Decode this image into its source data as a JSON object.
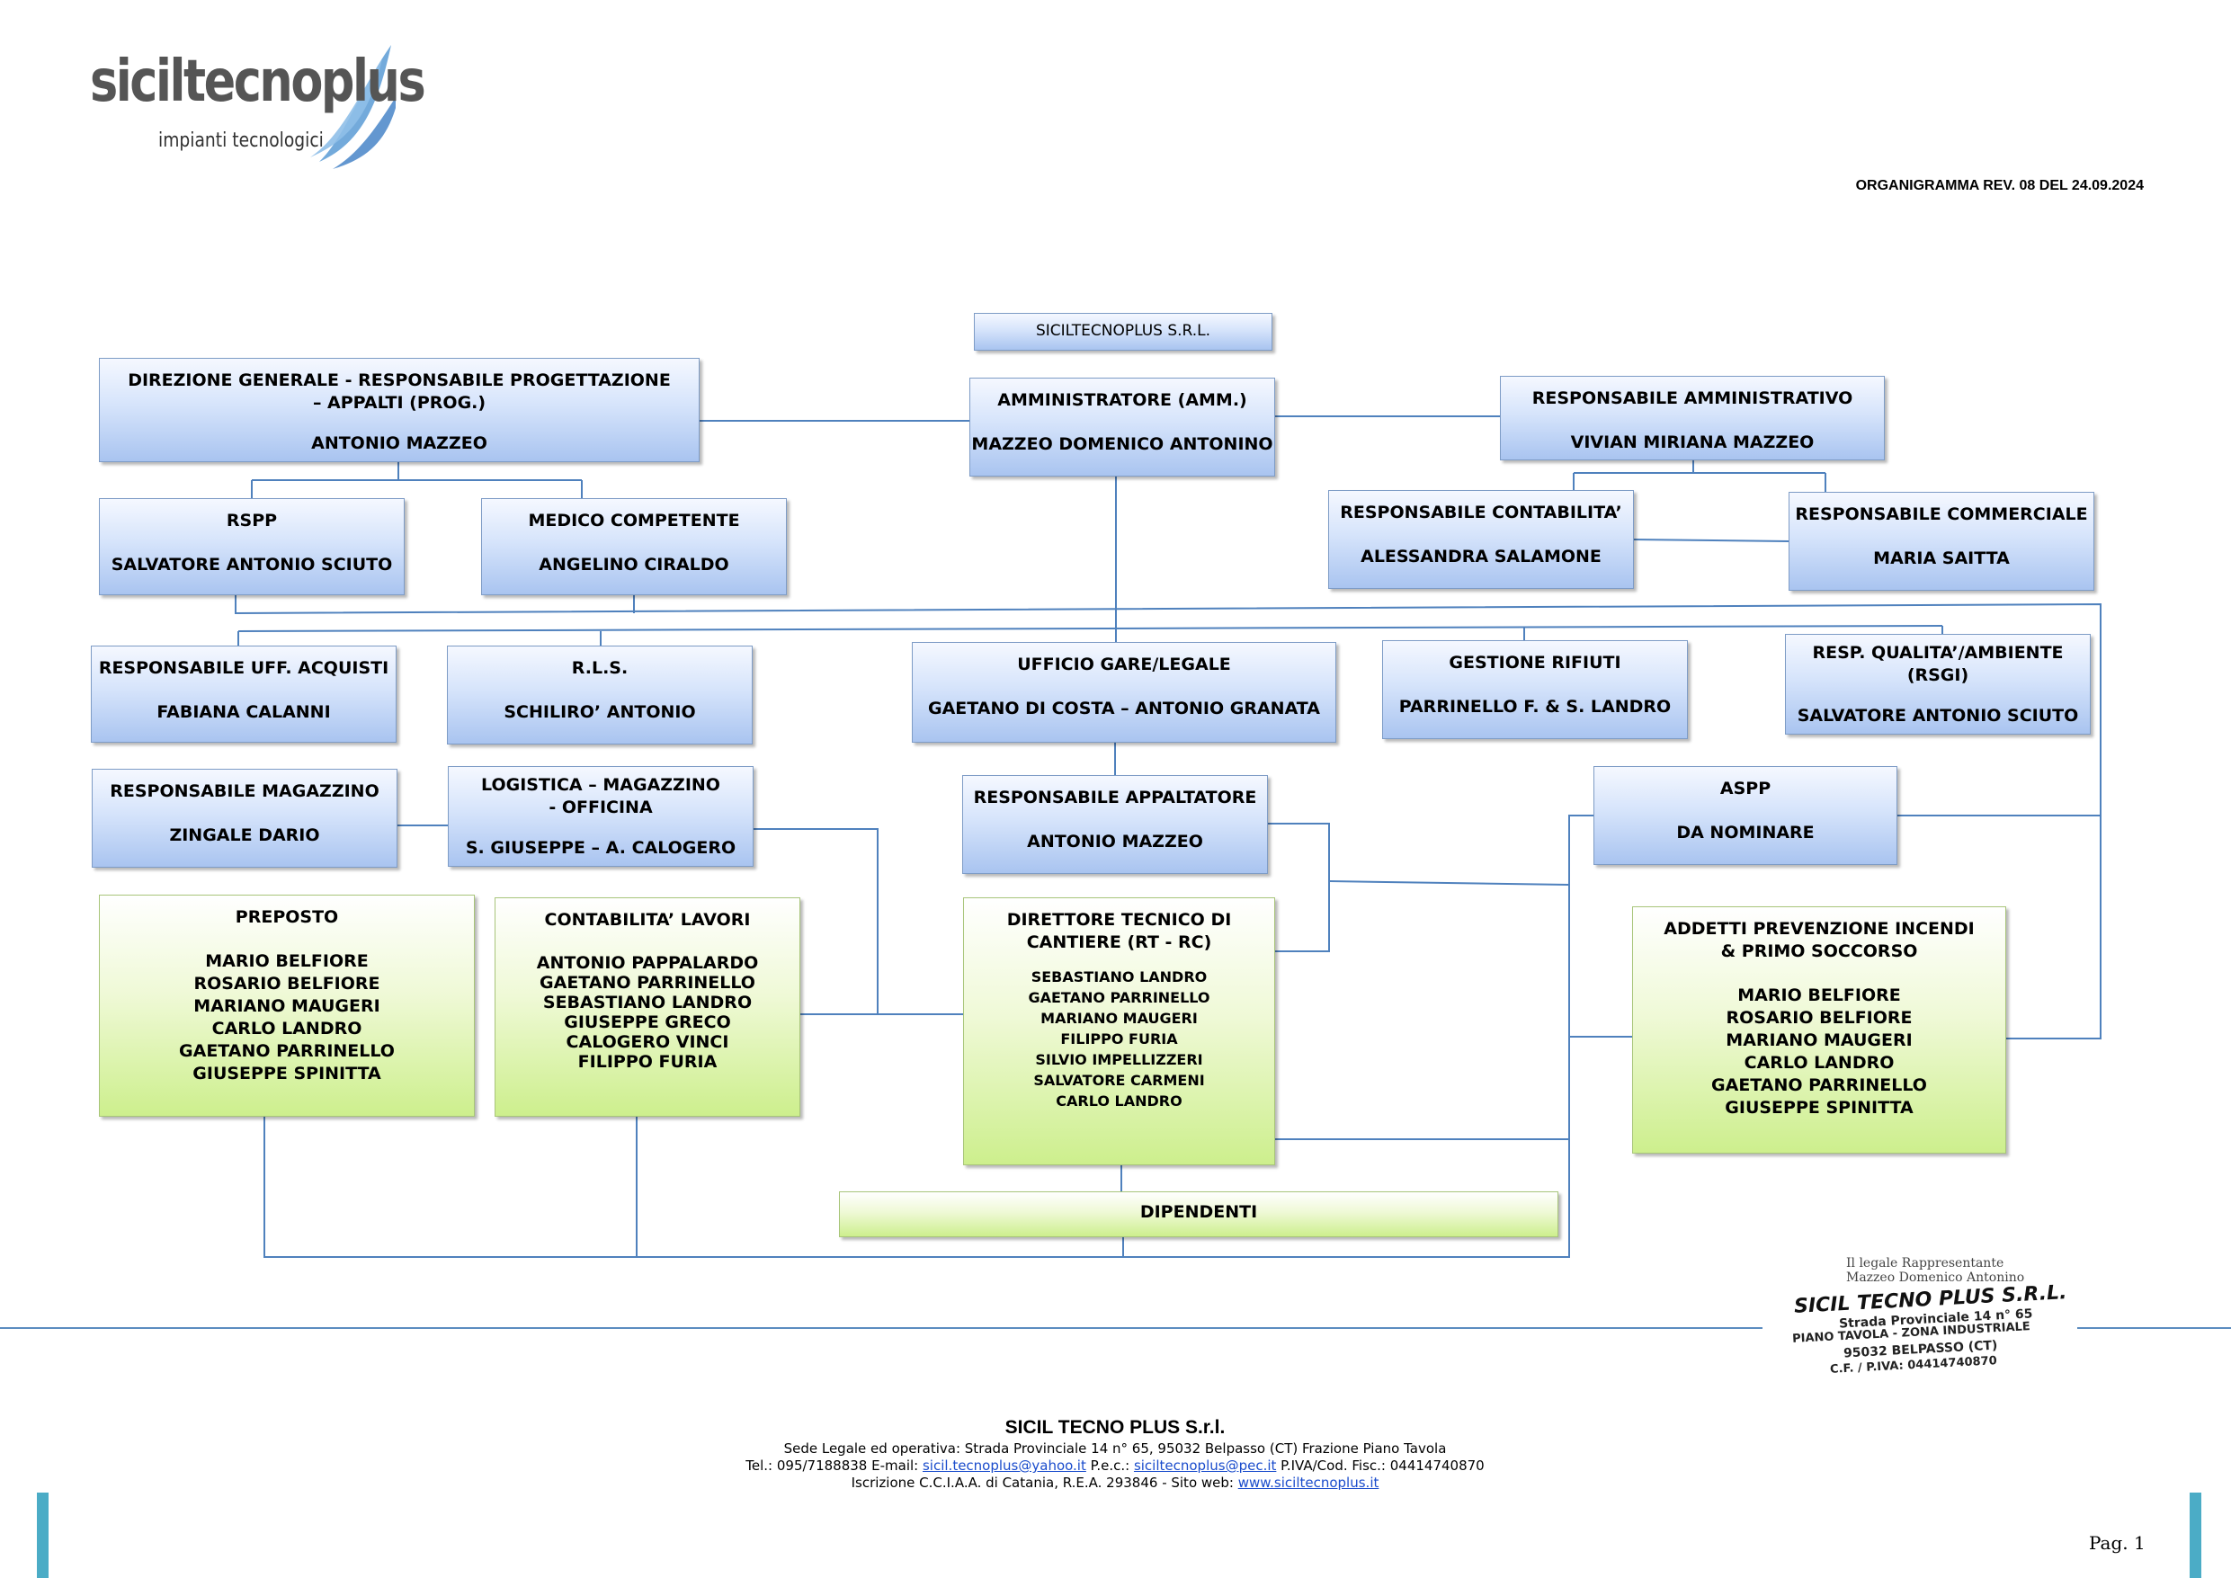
{
  "header": {
    "logo_name": "siciltecnoplus",
    "logo_tagline": "impianti tecnologici",
    "revision": "ORGANIGRAMMA REV. 08 DEL 24.09.2024"
  },
  "org": {
    "company": "SICILTECNOPLUS S.R.L.",
    "direzione": {
      "title": "DIREZIONE GENERALE - RESPONSABILE PROGETTAZIONE – APPALTI (PROG.)",
      "name": "ANTONIO MAZZEO"
    },
    "amministratore": {
      "title": "AMMINISTRATORE (AMM.)",
      "name": "MAZZEO DOMENICO ANTONINO"
    },
    "resp_amministrativo": {
      "title": "RESPONSABILE AMMINISTRATIVO",
      "name": "VIVIAN MIRIANA MAZZEO"
    },
    "rspp": {
      "title": "RSPP",
      "name": "SALVATORE ANTONIO SCIUTO"
    },
    "medico": {
      "title": "MEDICO COMPETENTE",
      "name": "ANGELINO CIRALDO"
    },
    "contabilita": {
      "title": "RESPONSABILE CONTABILITA’",
      "name": "ALESSANDRA SALAMONE"
    },
    "commerciale": {
      "title": "RESPONSABILE COMMERCIALE",
      "name": "MARIA SAITTA"
    },
    "acquisti": {
      "title": "RESPONSABILE UFF. ACQUISTI",
      "name": "FABIANA CALANNI"
    },
    "rls": {
      "title": "R.L.S.",
      "name": "SCHILIRO’ ANTONIO"
    },
    "gare": {
      "title": "UFFICIO GARE/LEGALE",
      "name": "GAETANO DI COSTA – ANTONIO GRANATA"
    },
    "rifiuti": {
      "title": "GESTIONE RIFIUTI",
      "name": "PARRINELLO F. & S. LANDRO"
    },
    "qualita": {
      "title": "RESP. QUALITA’/AMBIENTE (RSGI)",
      "name": "SALVATORE ANTONIO SCIUTO"
    },
    "magazzino": {
      "title": "RESPONSABILE MAGAZZINO",
      "name": "ZINGALE DARIO"
    },
    "logistica": {
      "title": "LOGISTICA – MAGAZZINO - OFFICINA",
      "name": "S. GIUSEPPE – A. CALOGERO"
    },
    "appaltatore": {
      "title": "RESPONSABILE APPALTATORE",
      "name": "ANTONIO MAZZEO"
    },
    "aspp": {
      "title": "ASPP",
      "name": "DA NOMINARE"
    },
    "preposto": {
      "title": "PREPOSTO",
      "names": [
        "MARIO BELFIORE",
        "ROSARIO BELFIORE",
        "MARIANO MAUGERI",
        "CARLO LANDRO",
        "GAETANO PARRINELLO",
        "GIUSEPPE SPINITTA"
      ]
    },
    "contab_lavori": {
      "title": "CONTABILITA’ LAVORI",
      "names": [
        "ANTONIO PAPPALARDO",
        "GAETANO PARRINELLO",
        "SEBASTIANO LANDRO",
        "GIUSEPPE GRECO",
        "CALOGERO VINCI",
        "FILIPPO FURIA"
      ]
    },
    "direttore": {
      "title": "DIRETTORE TECNICO DI CANTIERE (RT - RC)",
      "names": [
        "SEBASTIANO LANDRO",
        "GAETANO PARRINELLO",
        "MARIANO MAUGERI",
        "FILIPPO FURIA",
        "SILVIO IMPELLIZZERI",
        "SALVATORE CARMENI",
        "CARLO LANDRO"
      ]
    },
    "addetti": {
      "title": "ADDETTI PREVENZIONE INCENDI & PRIMO SOCCORSO",
      "names": [
        "MARIO BELFIORE",
        "ROSARIO BELFIORE",
        "MARIANO MAUGERI",
        "CARLO LANDRO",
        "GAETANO PARRINELLO",
        "GIUSEPPE SPINITTA"
      ]
    },
    "dipendenti": "DIPENDENTI"
  },
  "stamp": {
    "line1": "Il legale Rappresentante",
    "line2": "Mazzeo Domenico Antonino",
    "line3": "SICIL TECNO PLUS S.R.L.",
    "line4": "Strada Provinciale 14 n° 65",
    "line5": "PIANO TAVOLA - ZONA INDUSTRIALE",
    "line6": "95032 BELPASSO (CT)",
    "line7": "C.F. / P.IVA: 04414740870"
  },
  "footer": {
    "company": "SICIL TECNO PLUS S.r.l.",
    "address": "Sede Legale ed operativa: Strada Provinciale 14 n° 65, 95032 Belpasso (CT) Frazione Piano Tavola",
    "tel_prefix": "Tel.: 095/7188838  E-mail: ",
    "email": "sicil.tecnoplus@yahoo.it",
    "pec_prefix": " P.e.c.: ",
    "pec": "siciltecnoplus@pec.it",
    "piva": " P.IVA/Cod. Fisc.: 04414740870",
    "cciaa_prefix": "Iscrizione C.C.I.A.A. di Catania,  R.E.A. 293846 - Sito web: ",
    "website": "www.siciltecnoplus.it",
    "page": "Pag. 1"
  },
  "colors": {
    "line": "#4f81bd",
    "box_border": "#7e9cc6",
    "green_border": "#a8c57a",
    "accent_bar": "#4bacc6"
  }
}
